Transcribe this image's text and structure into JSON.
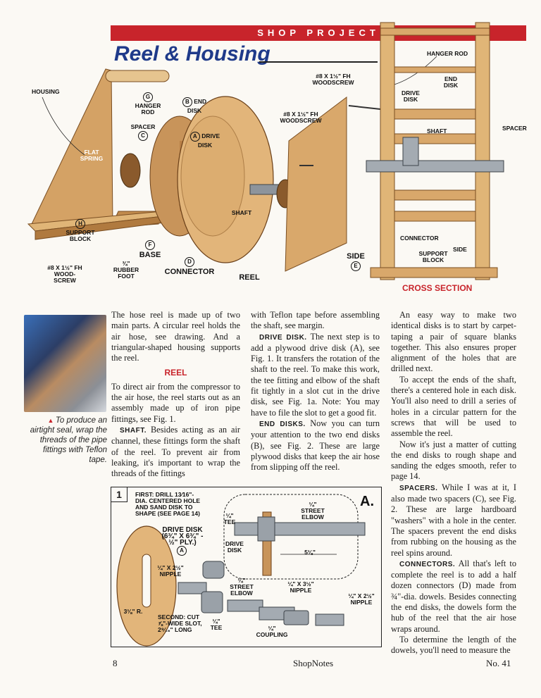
{
  "header": {
    "banner": "SHOP PROJECT",
    "title": "Reel & Housing"
  },
  "drawing_labels": {
    "housing": "HOUSING",
    "hanger_rod": "HANGER ROD",
    "end_disk": "END DISK",
    "spacer": "SPACER",
    "drive_disk": "DRIVE DISK",
    "flat_spring": "FLAT SPRING",
    "support_block": "SUPPORT BLOCK",
    "base": "BASE",
    "connector": "CONNECTOR",
    "rubber_foot": "¾\" RUBBER FOOT",
    "wood_screw": "#8 x 1½\" Fh WOOD-SCREW",
    "woodscrew_top": "#8 x 1½\" Fh WOODSCREW",
    "woodscrew_mid": "#8 x 1½\" Fh WOODSCREW",
    "shaft": "SHAFT",
    "reel": "REEL",
    "side": "SIDE",
    "letters": {
      "G": "G",
      "B": "B",
      "C": "C",
      "A": "A",
      "H": "H",
      "F": "F",
      "D": "D",
      "E": "E"
    }
  },
  "cross_section": {
    "title": "CROSS SECTION",
    "hanger_rod": "HANGER ROD",
    "end_disk": "END DISK",
    "drive_disk": "DRIVE DISK",
    "shaft": "SHAFT",
    "spacer": "SPACER",
    "connector": "CONNECTOR",
    "support_block": "SUPPORT BLOCK",
    "side": "SIDE"
  },
  "photo_caption": "To produce an airtight seal, wrap the threads of the pipe fittings with Teflon tape.",
  "col1": {
    "p1": "The hose reel is made up of two main parts. A circular reel holds the air hose, see drawing. And a triangular-shaped housing supports the reel.",
    "heading": "REEL",
    "p2": "To direct air from the compressor to the air hose, the reel starts out as an assembly made up of iron pipe fittings, see Fig. 1.",
    "p3_lead": "SHAFT.",
    "p3": " Besides acting as an air channel, these fittings form the shaft of the reel. To prevent air from leaking, it's important to wrap the threads of the fittings"
  },
  "col2": {
    "p1": "with Teflon tape before assembling the shaft, see margin.",
    "p2_lead": "DRIVE DISK.",
    "p2": " The next step is to add a plywood drive disk (A), see Fig. 1. It transfers the rotation of the shaft to the reel. To make this work, the tee fitting and elbow of the shaft fit tightly in a slot cut in the drive disk, see Fig. 1a. Note: You may have to file the slot to get a good fit.",
    "p3_lead": "END DISKS.",
    "p3": " Now you can turn your attention to the two end disks (B), see Fig. 2. These are large plywood disks that keep the air hose from slipping off the reel."
  },
  "col3": {
    "p1": "An easy way to make two identical disks is to start by carpet-taping a pair of square blanks together. This also ensures proper alignment of the holes that are drilled next.",
    "p2": "To accept the ends of the shaft, there's a centered hole in each disk. You'll also need to drill a series of holes in a circular pattern for the screws that will be used to assemble the reel.",
    "p3": "Now it's just a matter of cutting the end disks to rough shape and sanding the edges smooth, refer to page 14.",
    "p4_lead": "SPACERS.",
    "p4": " While I was at it, I also made two spacers (C), see Fig. 2. These are large hardboard \"washers\" with a hole in the center. The spacers prevent the end disks from rubbing on the housing as the reel spins around.",
    "p5_lead": "CONNECTORS.",
    "p5": " All that's left to complete the reel is to add a half dozen connectors (D) made from ¾\"-dia. dowels. Besides connecting the end disks, the dowels form the hub of the reel that the air hose wraps around.",
    "p6": "To determine the length of the dowels, you'll need to measure the"
  },
  "figure1": {
    "number": "1",
    "first": "FIRST: DRILL 13⁄16\"-DIA. CENTERED HOLE AND SAND DISK TO SHAPE (SEE PAGE 14)",
    "drive_disk": "DRIVE DISK (6¾\" x 6¾\" - ½\" PLY.)",
    "letter_a": "A",
    "radius": "3⅛\" R.",
    "nipple_short": "¼\" x 2½\" NIPPLE",
    "second": "SECOND: CUT ⅞\"-WIDE SLOT, 2⁹⁄₁₆\" LONG",
    "tee": "¼\" TEE",
    "street_elbow": "¼\" STREET ELBOW",
    "nipple_mid": "¼\" x 3½\" NIPPLE",
    "nipple_right": "¼\" x 2½\" NIPPLE",
    "coupling": "¼\" COUPLING",
    "inset_label": "a.",
    "inset_tee": "¼\" TEE",
    "inset_elbow": "¼\" STREET ELBOW",
    "inset_drive": "DRIVE DISK",
    "inset_dim": "5⅛\""
  },
  "footer": {
    "page": "8",
    "magazine": "ShopNotes",
    "issue": "No. 41"
  }
}
